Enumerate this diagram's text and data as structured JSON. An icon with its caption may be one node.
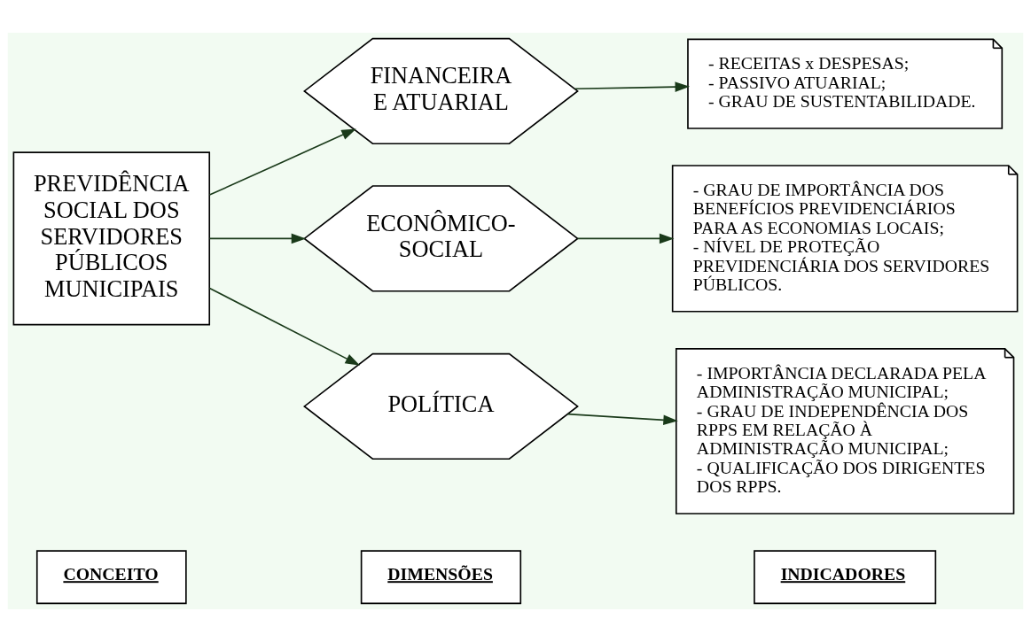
{
  "diagram": {
    "nodes": [
      {
        "text": [
          "CONCEITO"
        ]
      },
      {
        "text": [
          "DIMENSÕES"
        ]
      },
      {
        "text": [
          "INDICADORES"
        ]
      },
      {
        "text": [
          "PREVIDÊNCIA SOCIAL DOS SERVIDORES PÚBLICOS MUNICIPAIS"
        ]
      },
      {
        "text": [
          "FINANCEIRA E ATUARIAL"
        ]
      },
      {
        "text": [
          "ECONÔMICO-SOCIAL"
        ]
      },
      {
        "text": [
          "POLÍTICA"
        ]
      },
      {
        "text": [
          "- RECEITAS x DESPESAS;",
          "- PASSIVO ATUARIAL;",
          "- GRAU DE SUSTENTABILIDADE."
        ]
      },
      {
        "text": [
          "- GRAU DE IMPORTÂNCIA DOS BENEFÍCIOS PREVIDENCIÁRIOS PARA AS ECONOMIAS LOCAIS;",
          "- NÍVEL DE PROTEÇÃO PREVIDENCIÁRIA DOS SERVIDORES PÚBLICOS."
        ]
      },
      {
        "text": [
          "- IMPORTÂNCIA DECLARADA PELA ADMINISTRAÇÃO MUNICIPAL;",
          "- GRAU DE INDEPENDÊNCIA DOS RPPS EM RELAÇÃO À ADMINISTRAÇÃO MUNICIPAL;",
          "- QUALIFICAÇÃO DOS DIRIGENTES DOS RPPS."
        ]
      }
    ],
    "edges": [
      {
        "from": 3,
        "to": 4,
        "arrow": "to"
      },
      {
        "from": 3,
        "to": 5,
        "arrow": "to"
      },
      {
        "from": 3,
        "to": 6,
        "arrow": "to"
      },
      {
        "from": 4,
        "to": 7,
        "arrow": "to"
      },
      {
        "from": 5,
        "to": 8,
        "arrow": "to"
      },
      {
        "from": 6,
        "to": 9,
        "arrow": "to"
      }
    ]
  }
}
